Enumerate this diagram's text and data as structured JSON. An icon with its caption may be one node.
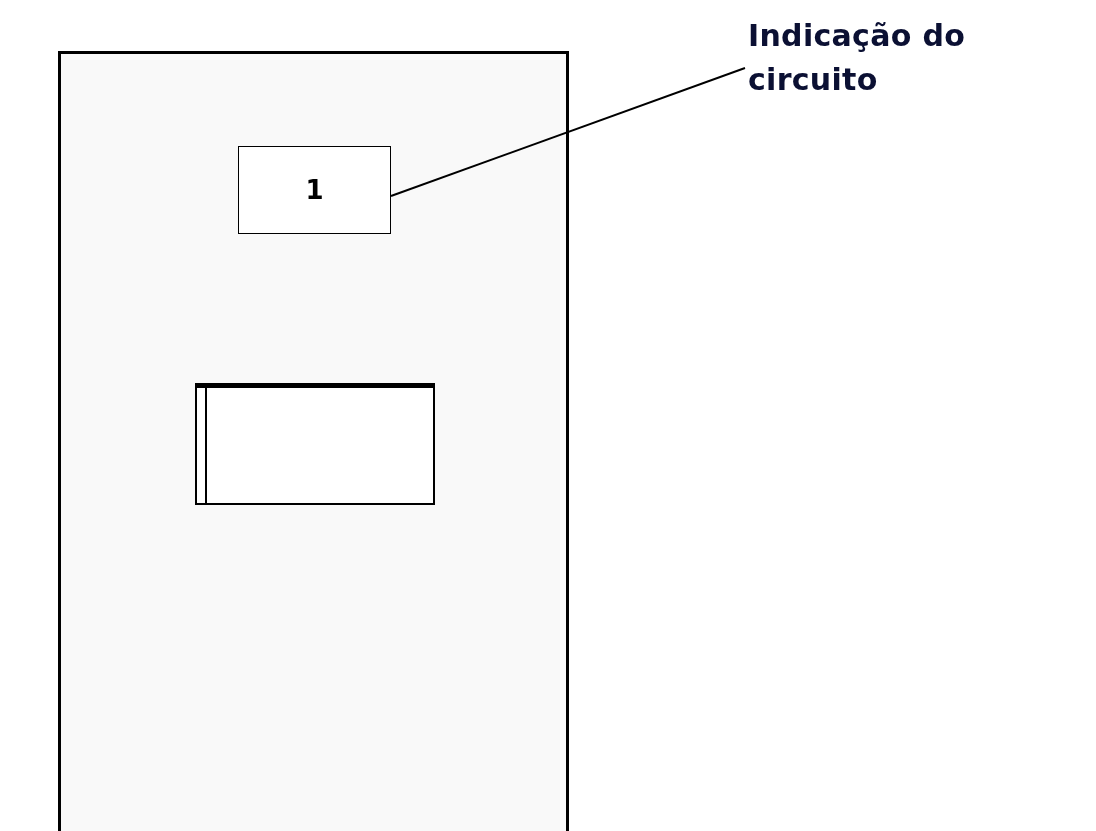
{
  "diagram": {
    "nodes": [
      {
        "text": [],
        "shape": "box"
      },
      {
        "text": [
          "1"
        ],
        "in": 0
      },
      {
        "text": [],
        "shape": "box",
        "in": 0
      },
      {
        "text": [
          "Indicação do circuito"
        ]
      }
    ],
    "edges": [
      {
        "from": 3,
        "to": 1,
        "arrow": "none"
      }
    ]
  }
}
